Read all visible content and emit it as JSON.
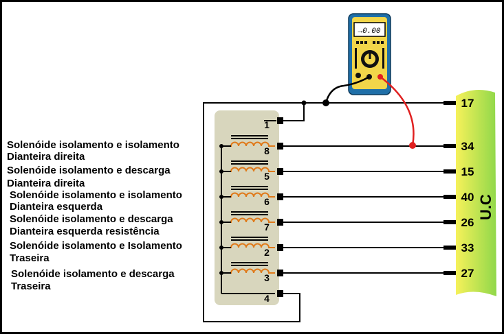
{
  "solenoids": [
    {
      "line1": "Solenóide isolamento e isolamento",
      "line2": "Dianteira direita"
    },
    {
      "line1": "Solenóide isolamento e descarga",
      "line2": "Dianteira direita"
    },
    {
      "line1": "Solenóide isolamento e isolamento",
      "line2": "Dianteira esquerda"
    },
    {
      "line1": "Solenóide isolamento e descarga",
      "line2": "Dianteira esquerda resistência"
    },
    {
      "line1": "Solenóide isolamento e Isolamento",
      "line2": "Traseira"
    },
    {
      "line1": "Solenóide isolamento e descarga",
      "line2": "Traseira"
    }
  ],
  "connector_pins": [
    "1",
    "8",
    "5",
    "6",
    "7",
    "2",
    "3",
    "4"
  ],
  "uc": {
    "title": "U.C",
    "pins": [
      "17",
      "34",
      "15",
      "40",
      "26",
      "33",
      "27"
    ]
  },
  "multimeter": {
    "display": "→0.00",
    "colors": {
      "body": "#1f6fa8",
      "face": "#f2d64a",
      "probe_red": "#e02020",
      "probe_black": "#000000"
    }
  },
  "colors": {
    "connector_bg": "#d8d6bd",
    "coil": "#e07a1a",
    "uc_gradient_top": "#f3ef5a",
    "uc_gradient_bottom": "#8bd94a"
  }
}
